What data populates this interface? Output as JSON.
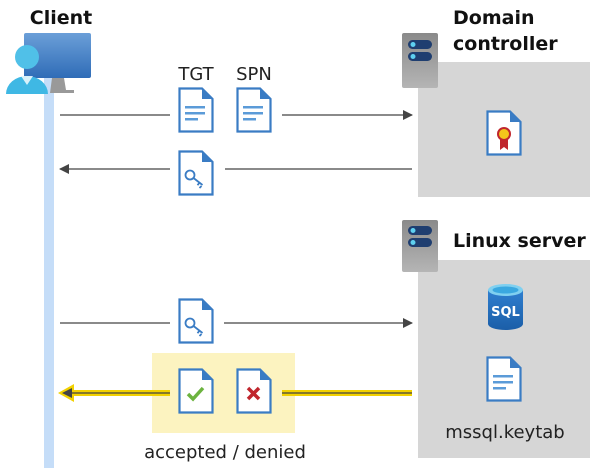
{
  "client": {
    "title": "Client"
  },
  "domain_controller": {
    "title_line1": "Domain",
    "title_line2": "controller"
  },
  "linux_server": {
    "title": "Linux server",
    "sql_label": "SQL",
    "keytab_label": "mssql.keytab"
  },
  "messages": {
    "tgt_label": "TGT",
    "spn_label": "SPN",
    "result_label": "accepted / denied"
  },
  "colors": {
    "doc_blue": "#3a7cc4",
    "lifeline": "#c5ddf8",
    "server_box": "#d6d6d6",
    "highlight": "#fcf3c0",
    "yellow_arrow": "#f2d100",
    "check": "#6cb33f",
    "cross": "#c0262d"
  }
}
